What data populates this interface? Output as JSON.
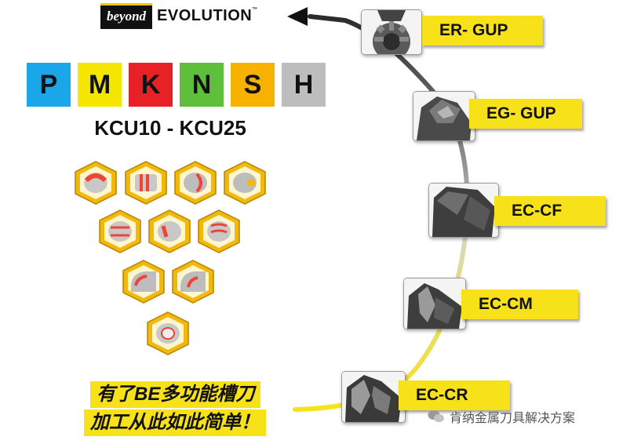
{
  "logo": {
    "beyond": "beyond",
    "evolution": "EVOLUTION",
    "tm": "™"
  },
  "materials": [
    {
      "letter": "P",
      "color": "#1aa6e8"
    },
    {
      "letter": "M",
      "color": "#f5e600"
    },
    {
      "letter": "K",
      "color": "#e82126"
    },
    {
      "letter": "N",
      "color": "#5fbf3a"
    },
    {
      "letter": "S",
      "color": "#f7b200"
    },
    {
      "letter": "H",
      "color": "#bdbdbd"
    }
  ],
  "grade": "KCU10 - KCU25",
  "operation_icons": [
    "od-turning-icon",
    "grooving-icon",
    "face-turning-icon",
    "face-grooving-icon",
    "od-profiling-icon",
    "id-turning-icon",
    "id-profiling-icon",
    "id-grooving-icon",
    "id-undercut-icon",
    "id-boring-icon"
  ],
  "chipbreakers": [
    {
      "label": "ER- GUP",
      "icon": "er-gup-insert-icon"
    },
    {
      "label": "EG- GUP",
      "icon": "eg-gup-insert-icon"
    },
    {
      "label": "EC-CF",
      "icon": "ec-cf-insert-icon"
    },
    {
      "label": "EC-CM",
      "icon": "ec-cm-insert-icon"
    },
    {
      "label": "EC-CR",
      "icon": "ec-cr-insert-icon"
    }
  ],
  "slogan": {
    "line1": "有了BE多功能槽刀",
    "line2": "加工从此如此简单！"
  },
  "watermark": "肯纳金属刀具解决方案",
  "colors": {
    "yellow": "#f7e21a",
    "hex_gold": "#f2b90d",
    "arrow": "#111111"
  }
}
